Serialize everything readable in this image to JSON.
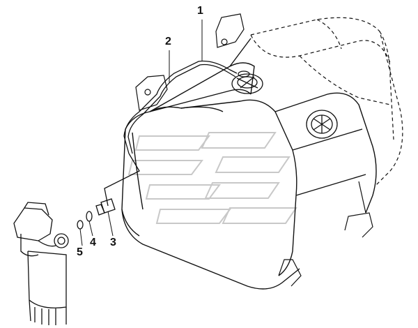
{
  "callouts": [
    {
      "id": "1",
      "label": "1"
    },
    {
      "id": "2",
      "label": "2"
    },
    {
      "id": "3",
      "label": "3"
    },
    {
      "id": "4",
      "label": "4"
    },
    {
      "id": "5",
      "label": "5"
    }
  ],
  "colors": {
    "line": "#111111",
    "watermark": "#bdbdbd",
    "background": "#ffffff"
  },
  "icons": {
    "watermark": "stylized-arrows-watermark-icon"
  }
}
